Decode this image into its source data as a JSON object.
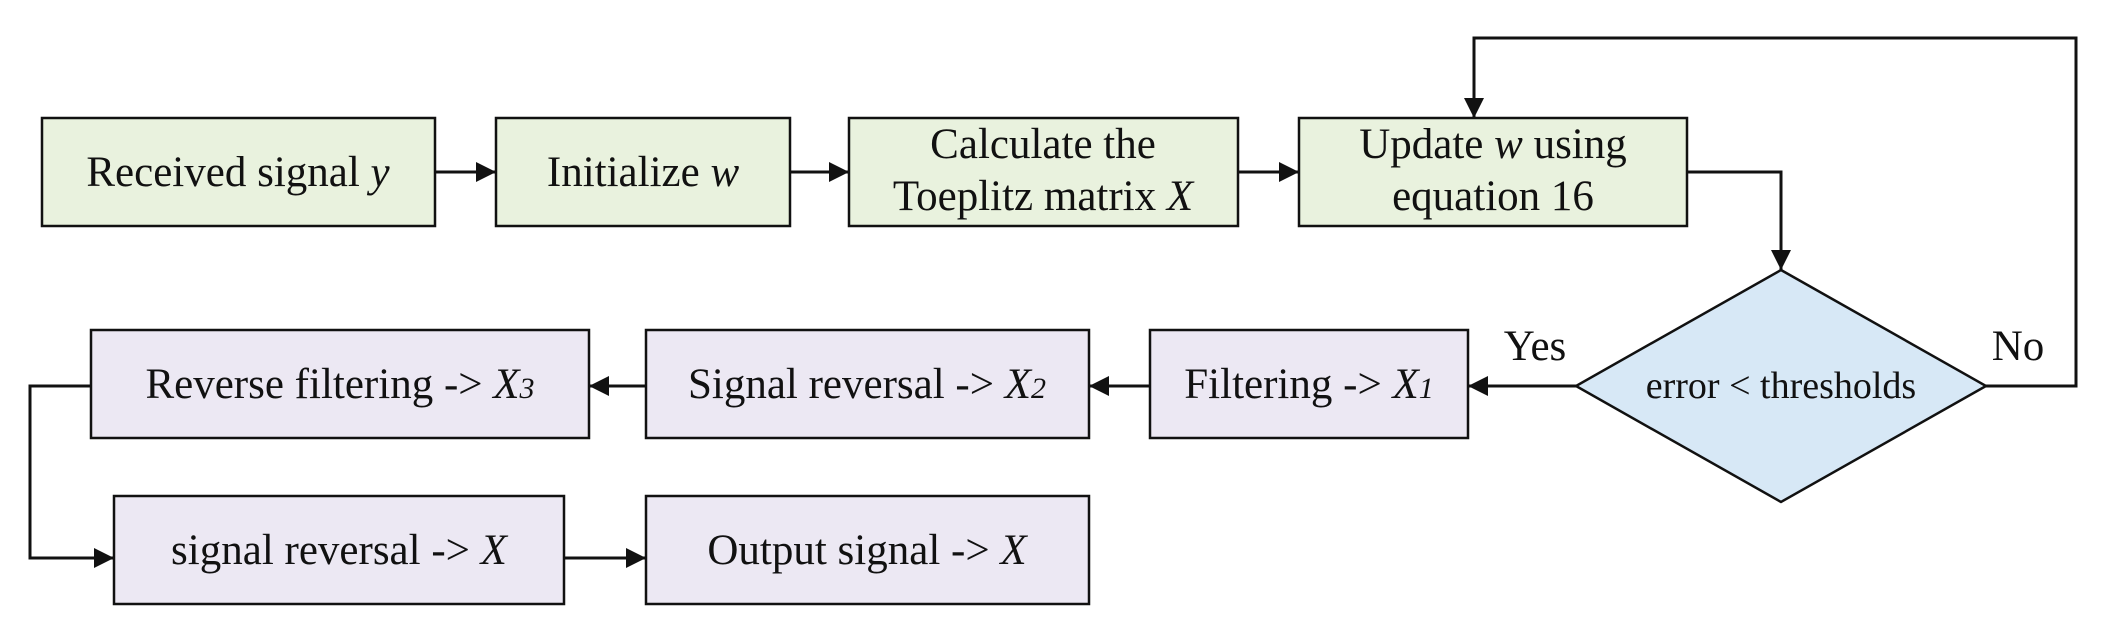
{
  "colors": {
    "process_fill": "#e9f2de",
    "filter_fill": "#ece8f3",
    "decision_fill": "#d7e8f6",
    "stroke": "#111111"
  },
  "nodes": {
    "received": {
      "text": "Received signal ",
      "var": "y"
    },
    "init": {
      "text": "Initialize ",
      "var": "w"
    },
    "toeplitz": {
      "line1": "Calculate the",
      "line2": "Toeplitz matrix ",
      "var": "X"
    },
    "update": {
      "line1_pre": "Update ",
      "var": "w",
      "line1_post": " using",
      "line2": "equation 16"
    },
    "decision": {
      "text": "error < thresholds"
    },
    "filtering": {
      "text": "Filtering -> ",
      "var": "X",
      "sub": "1"
    },
    "reversal": {
      "text": "Signal reversal -> ",
      "var": "X",
      "sub": "2"
    },
    "reverse_filter": {
      "text": "Reverse filtering -> ",
      "var": "X",
      "sub": "3"
    },
    "signal_rev": {
      "text": "signal reversal -> ",
      "var": "X"
    },
    "output": {
      "text": "Output signal -> ",
      "var": "X"
    }
  },
  "edge_labels": {
    "yes": "Yes",
    "no": "No"
  }
}
